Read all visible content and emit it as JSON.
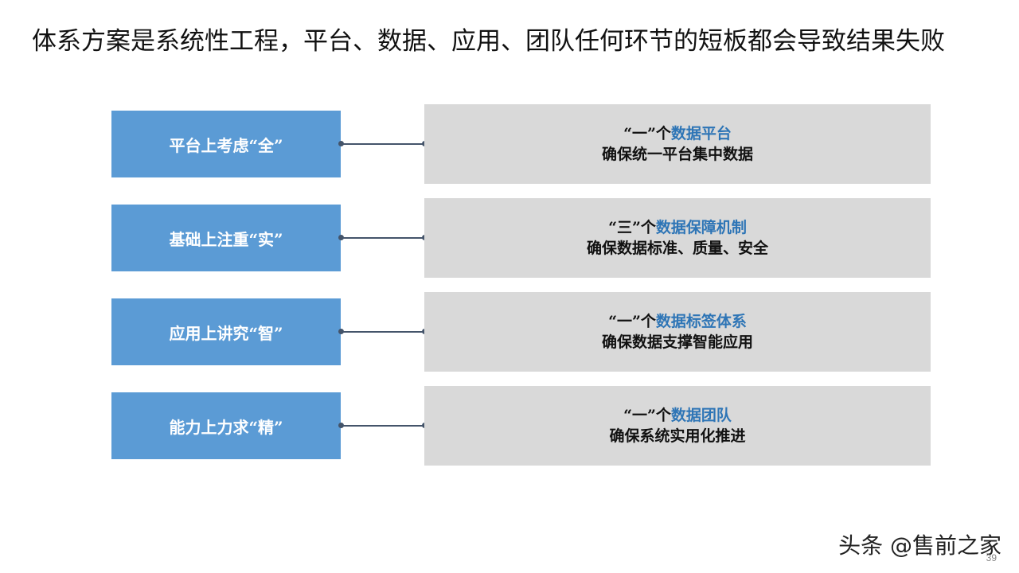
{
  "slide": {
    "title": "体系方案是系统性工程，平台、数据、应用、团队任何环节的短板都会导致结果失败",
    "page_number": "39",
    "watermark": "头条 @售前之家"
  },
  "rows": [
    {
      "left": "平台上考虑“全”",
      "right_prefix": "“一”个",
      "right_highlight": "数据平台",
      "right_line2": "确保统一平台集中数据"
    },
    {
      "left": "基础上注重“实”",
      "right_prefix": "“三”个",
      "right_highlight": "数据保障机制",
      "right_line2": "确保数据标准、质量、安全"
    },
    {
      "left": "应用上讲究“智”",
      "right_prefix": "“一”个",
      "right_highlight": "数据标签体系",
      "right_line2": "确保数据支撑智能应用"
    },
    {
      "left": "能力上力求“精”",
      "right_prefix": "“一”个",
      "right_highlight": "数据团队",
      "right_line2": "确保系统实用化推进"
    }
  ],
  "colors": {
    "left_box": "#5b9bd5",
    "right_box": "#d9d9d9",
    "highlight": "#2e75b6",
    "connector": "#44546a"
  }
}
